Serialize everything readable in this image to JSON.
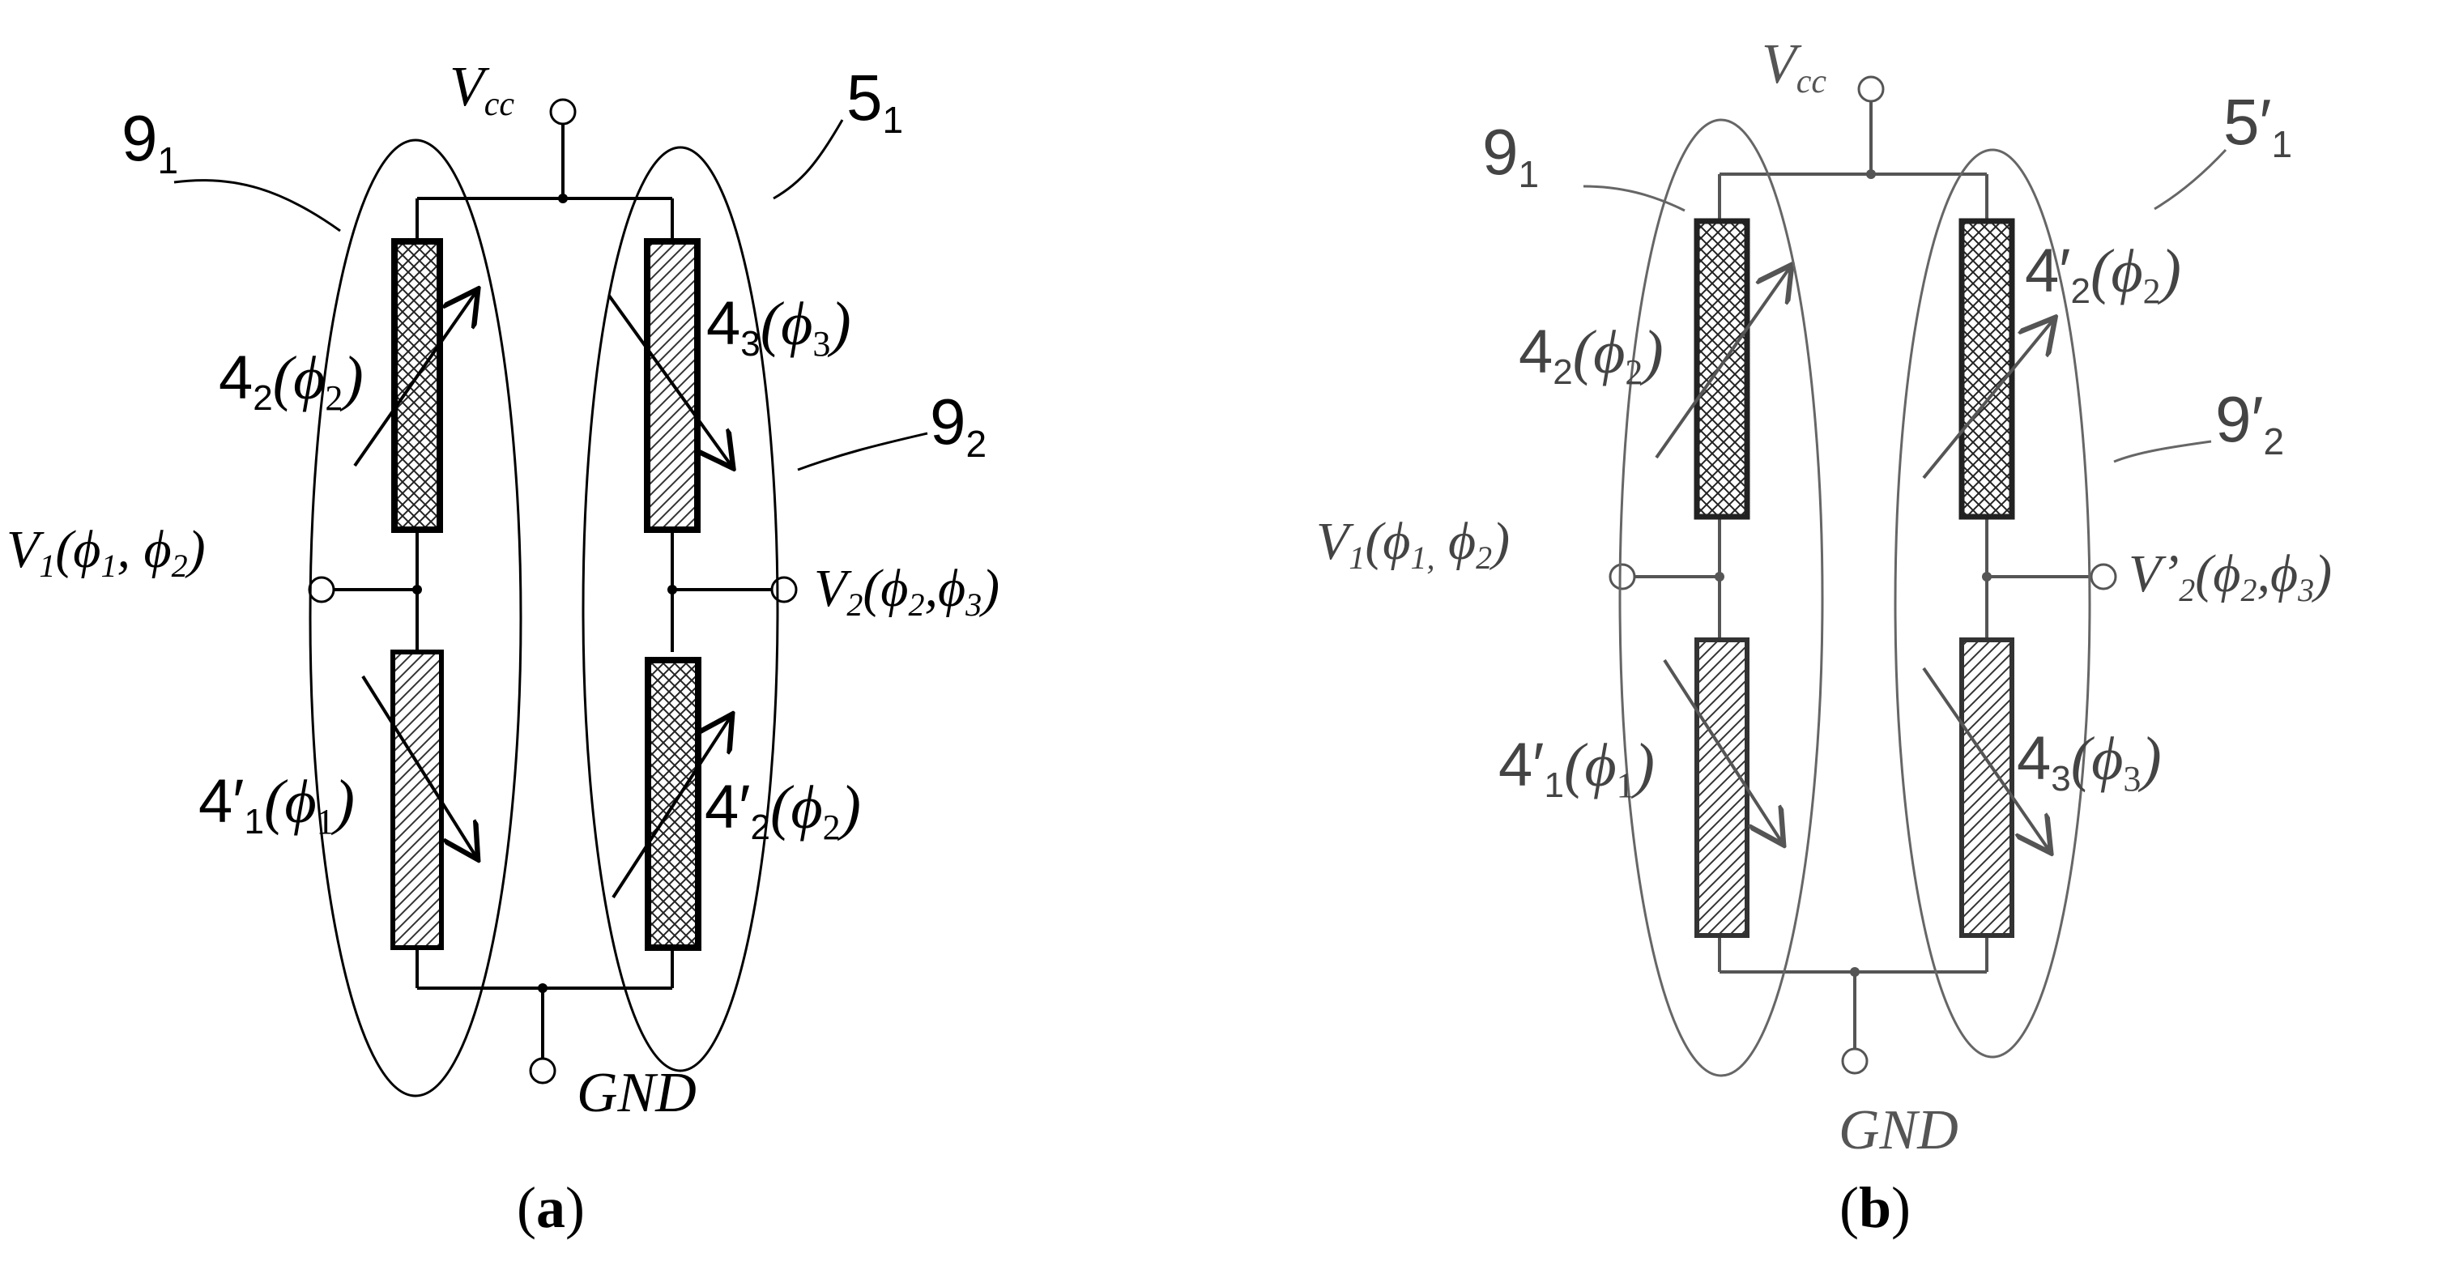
{
  "panels": [
    {
      "caption": "(a)",
      "caption_letter": "a",
      "vcc": {
        "main": "V",
        "sub": "cc"
      },
      "gnd": "GND",
      "left_group": {
        "main": "9",
        "sub": "1"
      },
      "right_group": {
        "main": "9",
        "sub": "2"
      },
      "bridge": {
        "main": "5",
        "sub": "1"
      },
      "v_left": {
        "main": "V",
        "sub": "1",
        "args": "(ϕ",
        "a1": "1",
        "mid": ", ϕ",
        "a2": "2",
        "end": ")"
      },
      "v_right": {
        "main": "V",
        "sub": "2",
        "args": "(ϕ",
        "a1": "2",
        "mid": ",ϕ",
        "a2": "3",
        "end": ")"
      },
      "res_top_left": {
        "main": "4",
        "sub": "2",
        "phi": "(ϕ",
        "phisub": "2",
        "end": ")"
      },
      "res_top_right": {
        "main": "4",
        "sub": "3",
        "phi": "(ϕ",
        "phisub": "3",
        "end": ")"
      },
      "res_bot_left": {
        "main": "4′",
        "sub": "1",
        "phi": "(ϕ",
        "phisub": "1",
        "end": ")"
      },
      "res_bot_right": {
        "main": "4′",
        "sub": "2",
        "phi": "(ϕ",
        "phisub": "2",
        "end": ")"
      }
    },
    {
      "caption": "(b)",
      "caption_letter": "b",
      "vcc": {
        "main": "V",
        "sub": "cc"
      },
      "gnd": "GND",
      "left_group": {
        "main": "9",
        "sub": "1"
      },
      "right_group": {
        "main": "9′",
        "sub": "2"
      },
      "bridge": {
        "main": "5′",
        "sub": "1"
      },
      "v_left": {
        "main": "V",
        "sub": "1",
        "args": "(ϕ",
        "a1": "1,",
        "mid": " ϕ",
        "a2": "2",
        "end": ")"
      },
      "v_right": {
        "main": "V’",
        "sub": "2",
        "args": "(ϕ",
        "a1": "2",
        "mid": ",ϕ",
        "a2": "3",
        "end": ")"
      },
      "res_top_left": {
        "main": "4",
        "sub": "2",
        "phi": "(ϕ",
        "phisub": "2",
        "end": ")"
      },
      "res_top_right": {
        "main": "4′",
        "sub": "2",
        "phi": "(ϕ",
        "phisub": "2",
        "end": ")"
      },
      "res_bot_left": {
        "main": "4′",
        "sub": "1",
        "phi": "(ϕ",
        "phisub": "1",
        "end": ")"
      },
      "res_bot_right": {
        "main": "4",
        "sub": "3",
        "phi": "(ϕ",
        "phisub": "3",
        "end": ")"
      }
    }
  ]
}
